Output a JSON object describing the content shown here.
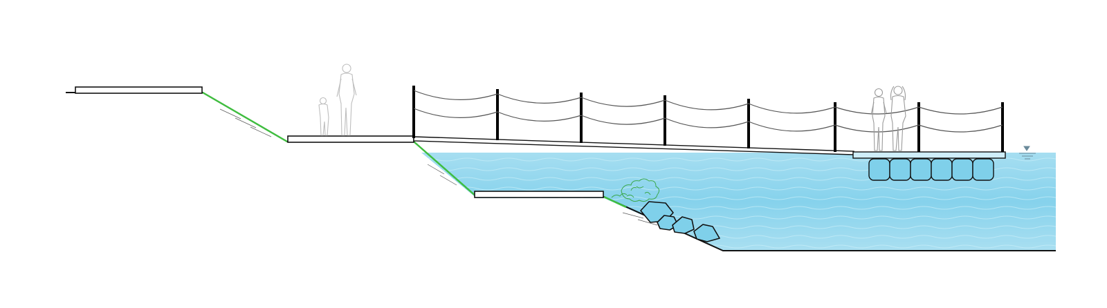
{
  "diagram": {
    "kind": "riverbank-cross-section",
    "colors": {
      "water": "#7fd0ea",
      "water_light": "#b8e6f4",
      "grass": "#3fbf3f",
      "line": "#111111",
      "cable": "#555555"
    },
    "elements": {
      "upper_terrace": "upper-terrace",
      "middle_terrace": "middle-terrace",
      "lower_terrace": "lower-terrace",
      "rope_fence_posts": 8,
      "pontoon_floats": 6,
      "riprap_rocks": 4,
      "human_figures": 4
    },
    "water_level_marker": "water-level-icon"
  }
}
